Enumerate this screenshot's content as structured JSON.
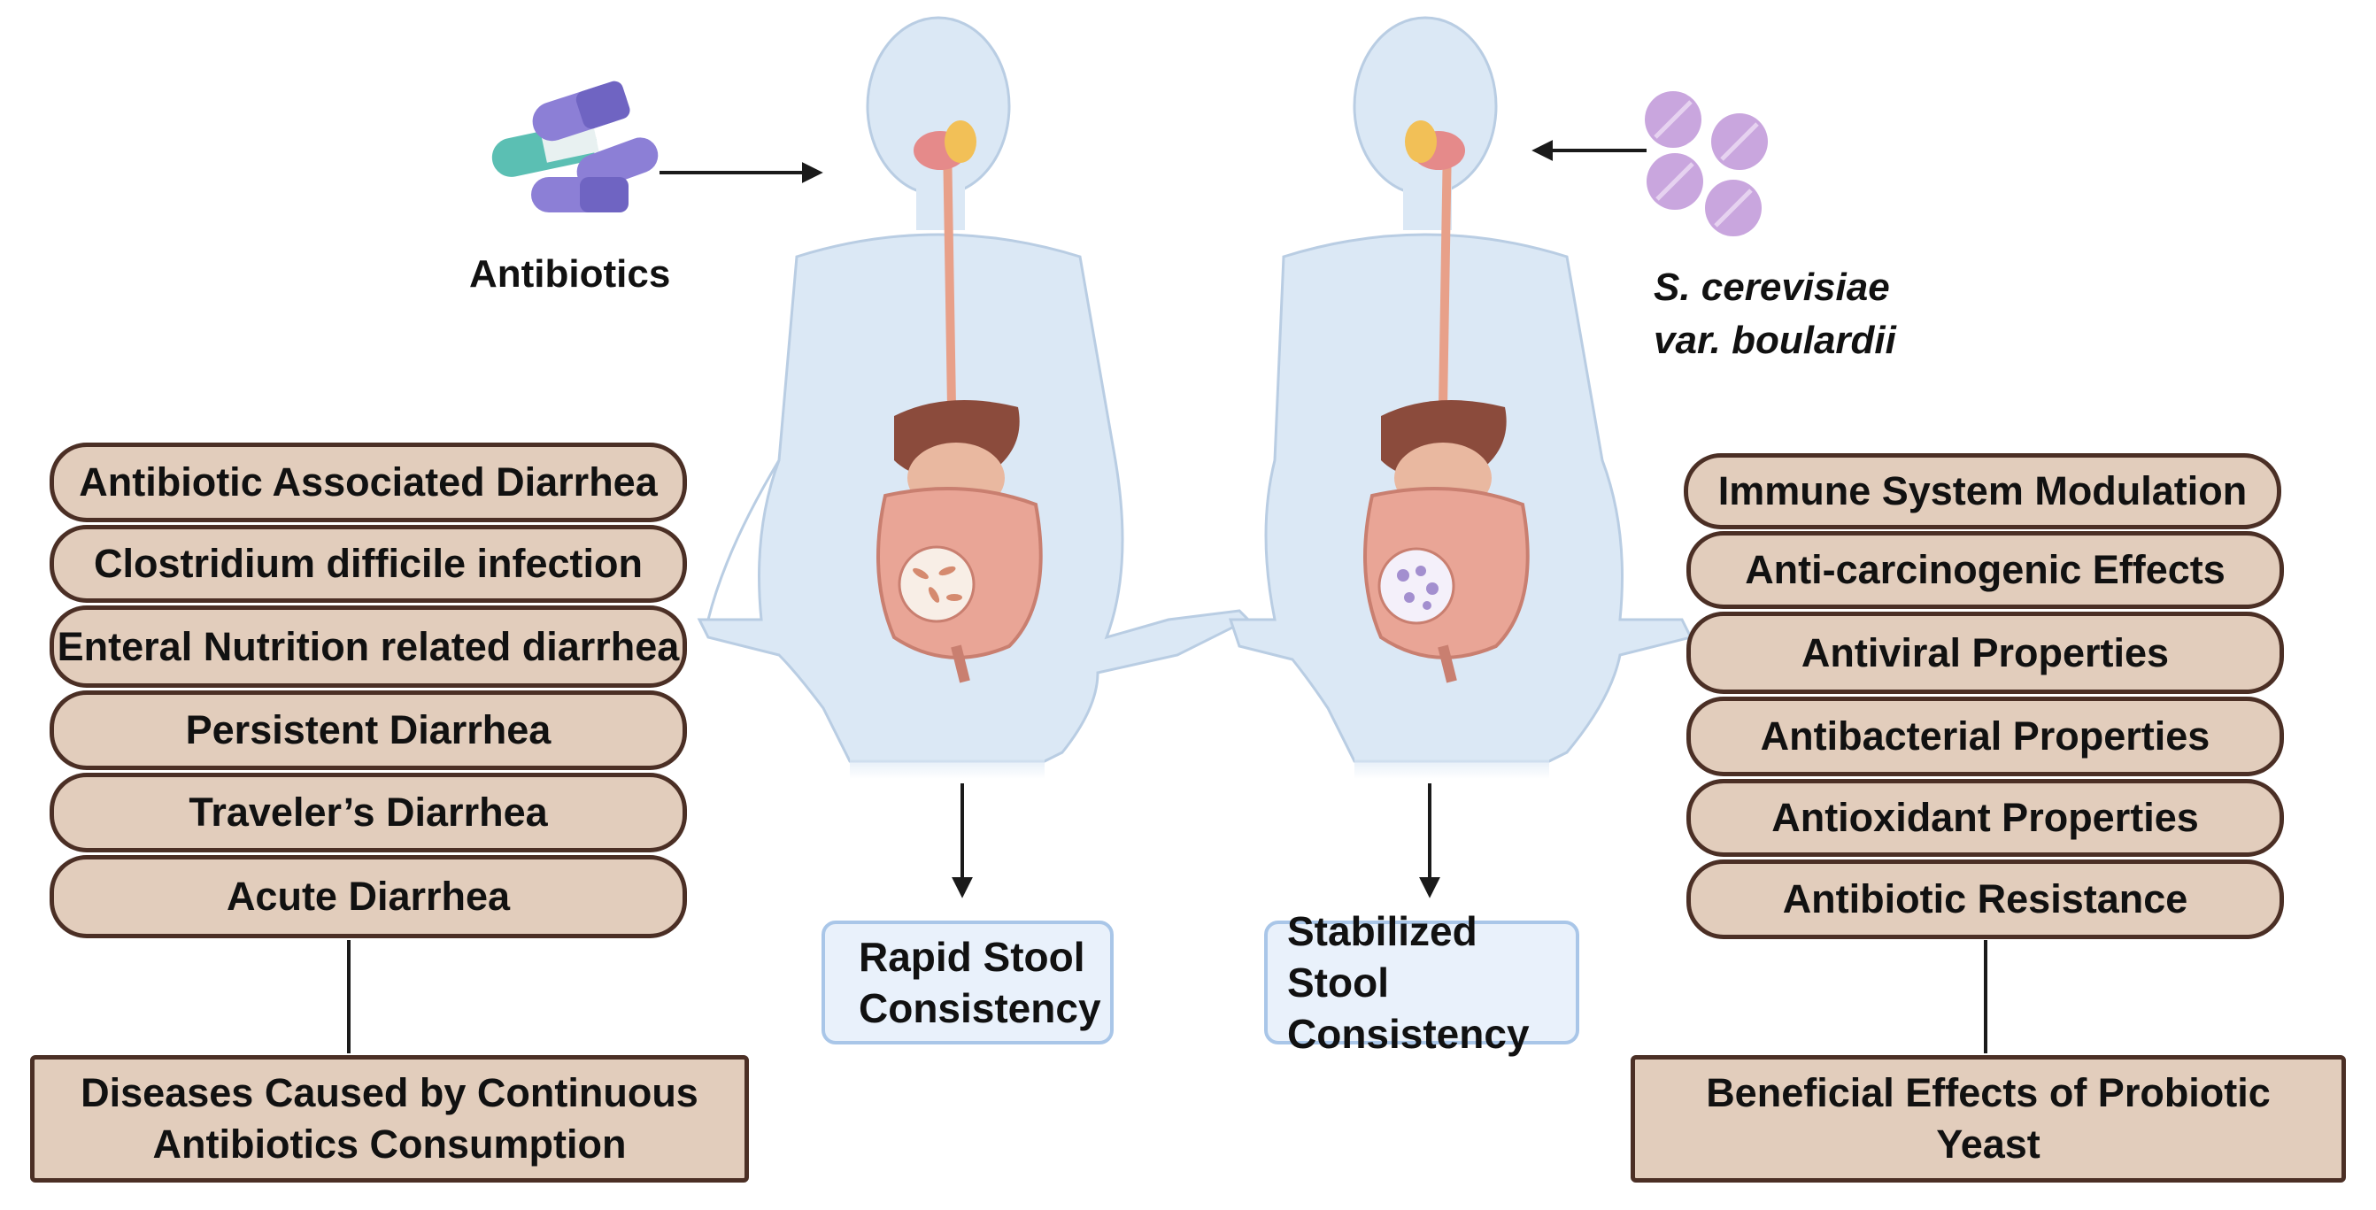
{
  "left_conditions": [
    "Antibiotic Associated Diarrhea",
    "Clostridium difficile infection",
    "Enteral Nutrition related diarrhea",
    "Persistent Diarrhea",
    "Traveler’s Diarrhea",
    "Acute Diarrhea"
  ],
  "left_summary": [
    "Diseases Caused by Continuous",
    "Antibiotics Consumption"
  ],
  "right_effects": [
    "Immune System Modulation",
    "Anti-carcinogenic Effects",
    "Antiviral Properties",
    "Antibacterial Properties",
    "Antioxidant Properties",
    "Antibiotic Resistance"
  ],
  "right_summary": [
    "Beneficial Effects of Probiotic",
    "Yeast"
  ],
  "antibiotics_label": "Antibiotics",
  "probiotic_label": [
    "S. cerevisiae",
    "var. boulardii"
  ],
  "stool_left": [
    "Rapid Stool",
    "Consistency"
  ],
  "stool_right": [
    "Stabilized Stool",
    "Consistency"
  ],
  "colors": {
    "box_fill": "#e2cdbc",
    "box_border": "#4b2f25",
    "stool_fill": "#e9f1fb",
    "stool_border": "#a9c6e8",
    "body": "#dbe8f5",
    "capsule_teal": "#5bbfb3",
    "capsule_purple": "#8c7fd6",
    "tablet": "#c9a6de"
  }
}
